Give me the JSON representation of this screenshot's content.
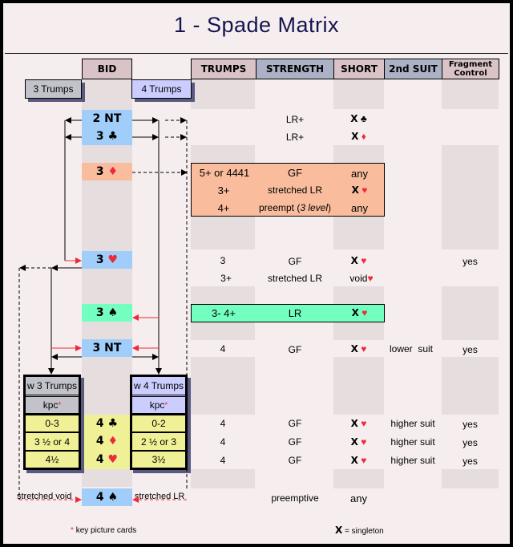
{
  "title": "1 - Spade  Matrix",
  "headers": {
    "bid": "BID",
    "trumps": "TRUMPS",
    "strength": "STRENGTH",
    "short": "SHORT",
    "second_suit": "2nd SUIT",
    "fragment_control_1": "Fragment",
    "fragment_control_2": "Control"
  },
  "tags": {
    "three_trumps": "3 Trumps",
    "four_trumps": "4 Trumps"
  },
  "colors": {
    "blue_bid": "#a0cdfa",
    "orange_bid": "#f9bc9c",
    "green_bid": "#73ffbf",
    "yellow": "#f0f096",
    "red": "#ee2a3a"
  },
  "bids": {
    "b2nt": "2 NT",
    "b3c_num": "3",
    "b3c_suit": "♣",
    "b3d_num": "3",
    "b3d_suit": "♦",
    "b3h_num": "3",
    "b3h_suit": "♥",
    "b3s_num": "3",
    "b3s_suit": "♠",
    "b3nt": "3 NT",
    "b4c_num": "4",
    "b4c_suit": "♣",
    "b4d_num": "4",
    "b4d_suit": "♦",
    "b4h_num": "4",
    "b4h_suit": "♥",
    "b4s_num": "4",
    "b4s_suit": "♠"
  },
  "rows": {
    "r2nt": {
      "strength": "LR+",
      "short_x": "X",
      "short_suit": "♣"
    },
    "r3c": {
      "strength": "LR+",
      "short_x": "X",
      "short_suit": "♦"
    },
    "r3d": [
      {
        "trumps": "5+ or 4441",
        "strength": "GF",
        "short": "any"
      },
      {
        "trumps": "3+",
        "strength": "stretched LR",
        "short_x": "X",
        "short_suit": "♥"
      },
      {
        "trumps": "4+",
        "strength_a": "preempt (",
        "strength_i": "3 level",
        "strength_b": ")",
        "short": "any"
      }
    ],
    "r3h": [
      {
        "trumps": "3",
        "strength": "GF",
        "short_x": "X",
        "short_suit": "♥",
        "fragment": "yes"
      },
      {
        "trumps": "3+",
        "strength": "stretched LR",
        "short_word": "void",
        "short_suit": "♥"
      }
    ],
    "r3s": {
      "trumps": "3- 4+",
      "strength": "LR",
      "short_x": "X",
      "short_suit": "♥"
    },
    "r3nt": {
      "trumps": "4",
      "strength": "GF",
      "short_x": "X",
      "short_suit": "♥",
      "second": "lower  suit",
      "fragment": "yes"
    },
    "r4": [
      {
        "trumps": "4",
        "strength": "GF",
        "short_x": "X",
        "short_suit": "♥",
        "second": "higher suit",
        "fragment": "yes"
      },
      {
        "trumps": "4",
        "strength": "GF",
        "short_x": "X",
        "short_suit": "♥",
        "second": "higher suit",
        "fragment": "yes"
      },
      {
        "trumps": "4",
        "strength": "GF",
        "short_x": "X",
        "short_suit": "♥",
        "second": "higher suit",
        "fragment": "yes"
      }
    ],
    "r4s": {
      "strength": "preemptive",
      "short": "any"
    }
  },
  "kpc_left": {
    "title": "w 3 Trumps",
    "kpc": "kpc",
    "star": "*",
    "values": [
      "0-3",
      "3 ½ or 4",
      "4½"
    ]
  },
  "kpc_right": {
    "title": "w 4 Trumps",
    "kpc": "kpc",
    "star": "*",
    "values": [
      "0-2",
      "2 ½ or 3",
      "3½"
    ]
  },
  "arrows": {
    "stretched_void": "stretched void",
    "stretched_lr": "stretched LR"
  },
  "legend": {
    "star": "*",
    "key_picture_cards": "key picture cards",
    "x": "X",
    "singleton": "= singleton"
  }
}
